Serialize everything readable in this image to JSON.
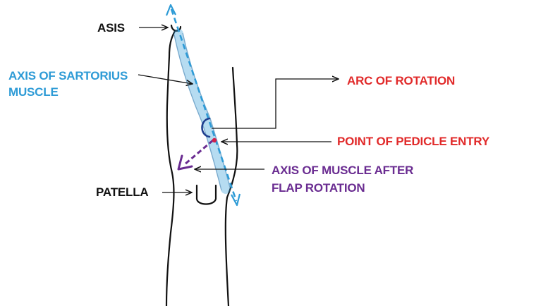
{
  "labels": {
    "asis": "ASIS",
    "axis_sartorius_line1": "AXIS OF SARTORIUS",
    "axis_sartorius_line2": "MUSCLE",
    "arc_of_rotation": "ARC OF ROTATION",
    "pedicle_entry": "POINT OF PEDICLE ENTRY",
    "axis_after_line1": "AXIS OF MUSCLE AFTER",
    "axis_after_line2": "FLAP ROTATION",
    "patella": "PATELLA"
  },
  "colors": {
    "outline": "#111111",
    "sartorius_axis": "#2E9BD6",
    "sartorius_muscle": "#9CC3DE",
    "arc_label": "#E12A2A",
    "pedicle_label": "#E12A2A",
    "pedicle_point": "#D21F4A",
    "rotated_axis": "#6A2C91",
    "arc_mark": "#1F3F8F"
  }
}
